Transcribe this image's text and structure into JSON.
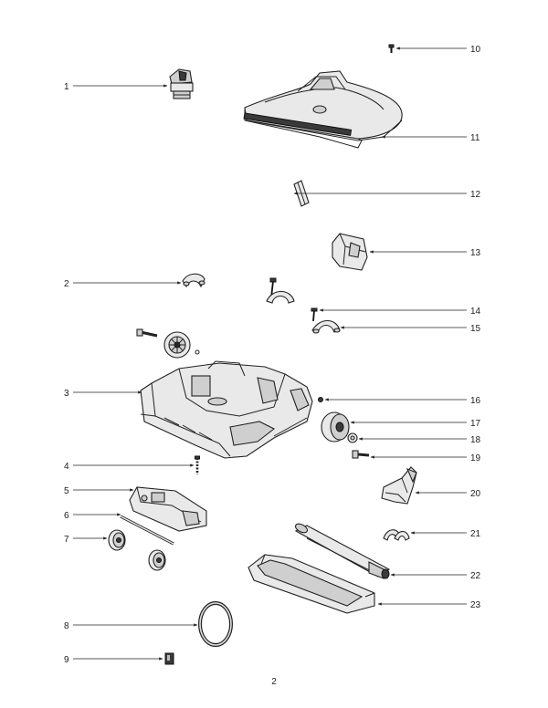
{
  "page_number": "2",
  "callouts": [
    {
      "id": "1",
      "label": "1"
    },
    {
      "id": "2",
      "label": "2"
    },
    {
      "id": "3",
      "label": "3"
    },
    {
      "id": "4",
      "label": "4"
    },
    {
      "id": "5",
      "label": "5"
    },
    {
      "id": "6",
      "label": "6"
    },
    {
      "id": "7",
      "label": "7"
    },
    {
      "id": "8",
      "label": "8"
    },
    {
      "id": "9",
      "label": "9"
    },
    {
      "id": "10",
      "label": "10"
    },
    {
      "id": "11",
      "label": "11"
    },
    {
      "id": "12",
      "label": "12"
    },
    {
      "id": "13",
      "label": "13"
    },
    {
      "id": "14",
      "label": "14"
    },
    {
      "id": "15",
      "label": "15"
    },
    {
      "id": "16",
      "label": "16"
    },
    {
      "id": "17",
      "label": "17"
    },
    {
      "id": "18",
      "label": "18"
    },
    {
      "id": "19",
      "label": "19"
    },
    {
      "id": "20",
      "label": "20"
    },
    {
      "id": "21",
      "label": "21"
    },
    {
      "id": "22",
      "label": "22"
    },
    {
      "id": "23",
      "label": "23"
    }
  ]
}
